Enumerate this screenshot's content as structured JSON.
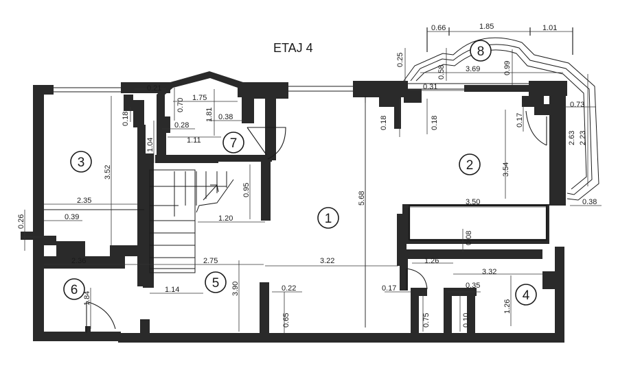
{
  "plan": {
    "title": "ETAJ 4",
    "rooms": [
      {
        "number": "1"
      },
      {
        "number": "2"
      },
      {
        "number": "3"
      },
      {
        "number": "4"
      },
      {
        "number": "5"
      },
      {
        "number": "6"
      },
      {
        "number": "7"
      },
      {
        "number": "8"
      }
    ],
    "dimensions": [
      "0.66",
      "1.85",
      "1.01",
      "0.25",
      "0.58",
      "3.69",
      "0.99",
      "0.31",
      "0.21",
      "1.75",
      "0.70",
      "0.28",
      "1.81",
      "0.38",
      "1.11",
      "1.04",
      "0.18",
      "3.52",
      "2.35",
      "0.39",
      "0.26",
      "2.36",
      "2.75",
      "3.22",
      "5.68",
      "0.18",
      "0.18",
      "0.17",
      "0.73",
      "2.63",
      "2.23",
      "3.54",
      "3.50",
      "0.38",
      "0.08",
      "1.26",
      "3.32",
      "0.35",
      "0.17",
      "1.26",
      "0.75",
      "0.10",
      "0.22",
      "0.65",
      "1.14",
      "3.90",
      "1.84",
      "0.95",
      "1.20"
    ]
  }
}
